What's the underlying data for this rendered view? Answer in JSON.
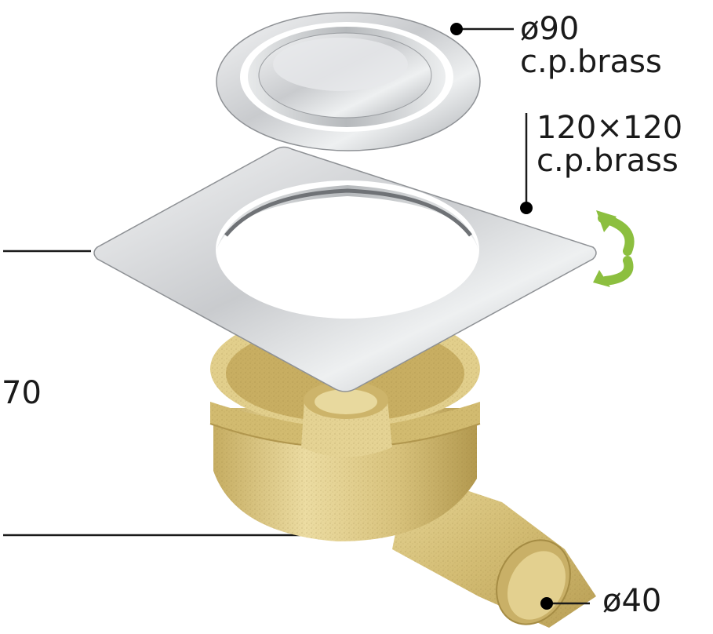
{
  "labels": {
    "grate_diameter": "ø90",
    "grate_material": "c.p.brass",
    "frame_size": "120×120",
    "frame_material": "c.p.brass",
    "outlet_diameter": "ø40",
    "height_dimension": "70"
  },
  "icons": {
    "rotate": "rotate-arrows-icon"
  },
  "colors": {
    "brass": "#d9c27a",
    "brass_dark": "#b89f52",
    "chrome": "#d4d6d8",
    "arrow": "#8cbf3f",
    "ink": "#1a1a1a"
  }
}
